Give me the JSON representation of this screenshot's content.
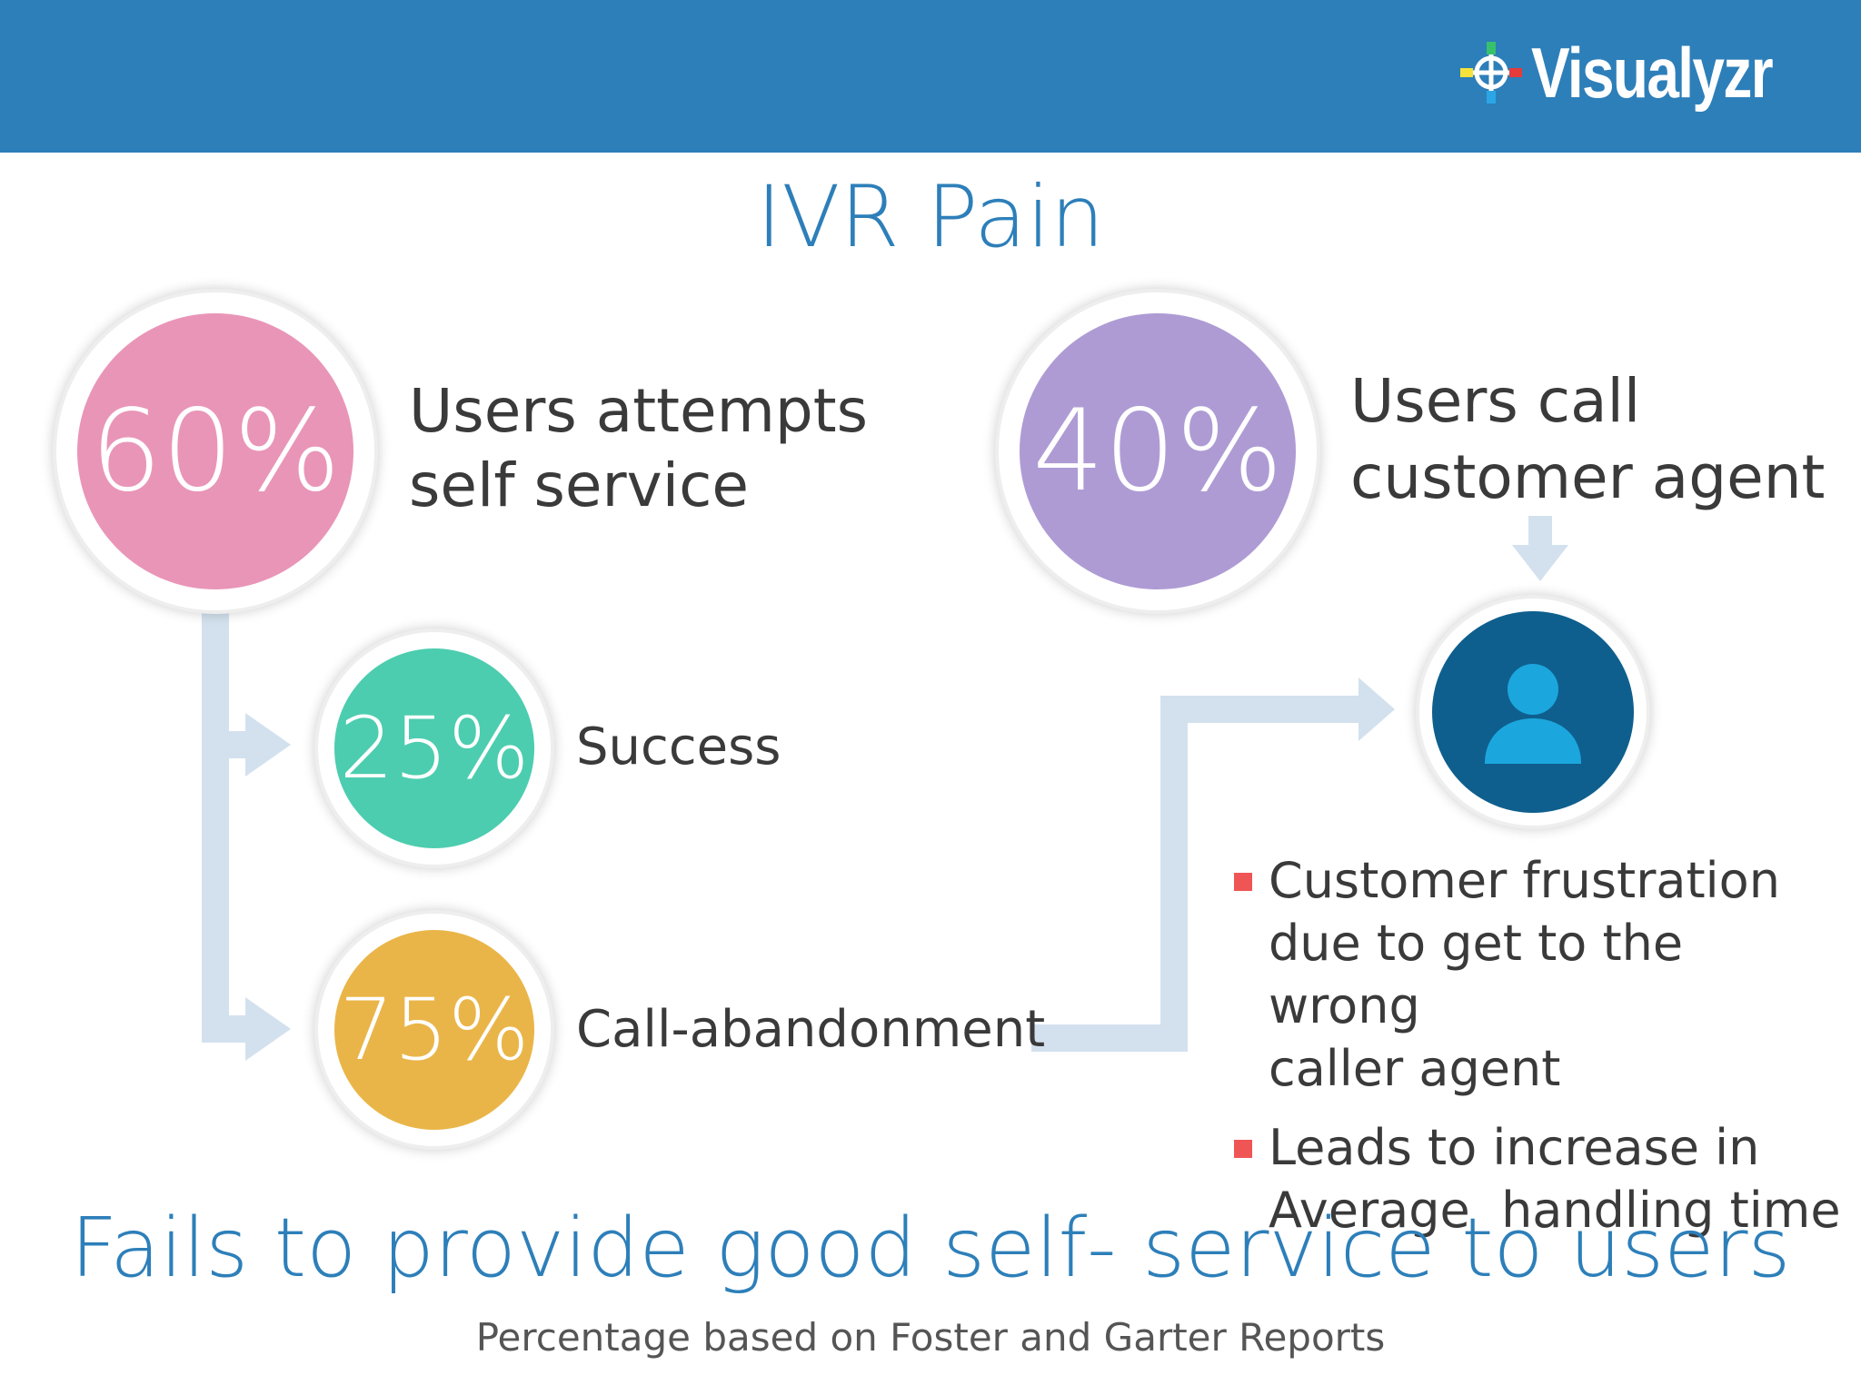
{
  "brand": {
    "name": "Visualyzr",
    "header_color": "#2d7fb9"
  },
  "title": "IVR Pain",
  "stats": {
    "self_service": {
      "percent": "60%",
      "label_line1": "Users attempts",
      "label_line2": "self service",
      "color": "#e995b8"
    },
    "agent_call": {
      "percent": "40%",
      "label_line1": "Users call",
      "label_line2": "customer agent",
      "color": "#ae9bd4"
    },
    "success": {
      "percent": "25%",
      "label": "Success",
      "color": "#4ccdaf"
    },
    "abandonment": {
      "percent": "75%",
      "label": "Call-abandonment",
      "color": "#eab548"
    }
  },
  "agent": {
    "icon": "user-icon",
    "color": "#0f5f8e",
    "icon_color": "#1ba7dd"
  },
  "connector_color": "#d3e1ee",
  "bullets": {
    "color": "#f05555",
    "items": [
      {
        "line1": "Customer frustration",
        "line2": "due to get to the wrong",
        "line3": "caller agent"
      },
      {
        "line1": "Leads to increase in",
        "line2": "Average  handling time"
      }
    ]
  },
  "footer": {
    "headline": "Fails to provide good self- service to users",
    "source": "Percentage based on Foster and Garter Reports"
  }
}
